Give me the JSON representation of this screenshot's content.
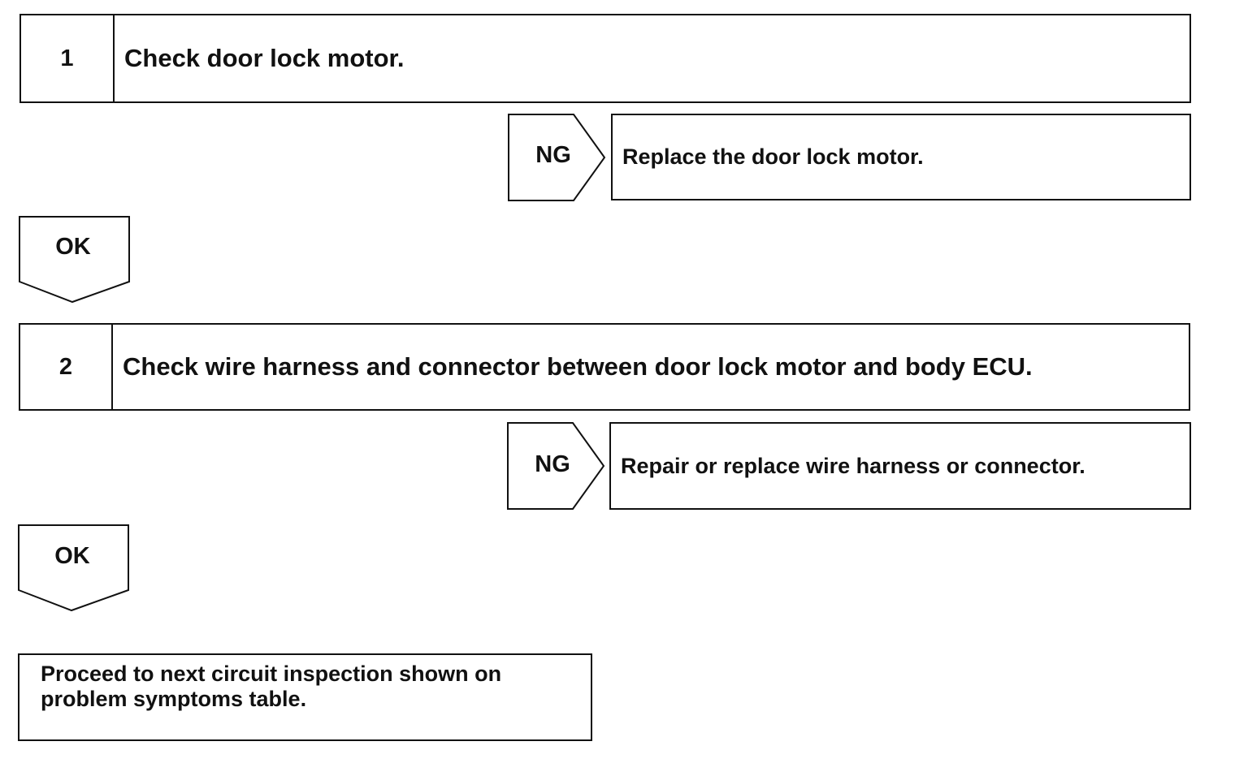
{
  "steps": [
    {
      "number": "1",
      "text": "Check door lock motor."
    },
    {
      "number": "2",
      "text": "Check wire harness and connector between door lock motor and body ECU."
    }
  ],
  "ng_branches": [
    {
      "label": "NG",
      "action": "Replace the door lock motor."
    },
    {
      "label": "NG",
      "action": "Repair or replace wire harness or connector."
    }
  ],
  "ok_arrows": [
    {
      "label": "OK"
    },
    {
      "label": "OK"
    }
  ],
  "final": {
    "line1": "Proceed to next circuit inspection shown on",
    "line2": "problem symptoms table."
  }
}
